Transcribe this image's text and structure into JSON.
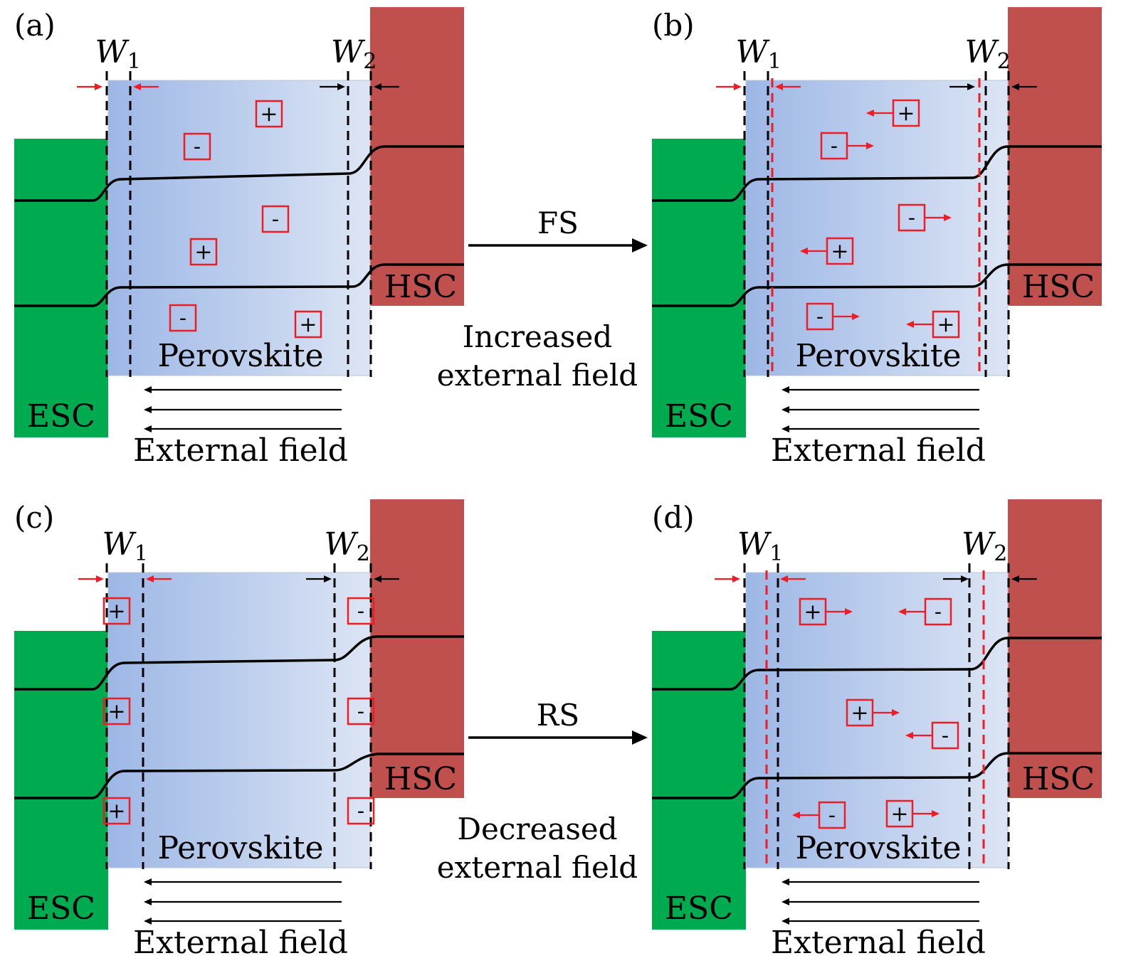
{
  "colors": {
    "esc": "#00AA4F",
    "hsc": "#C0504D",
    "perov_dark": "#9DB7E6",
    "perov_light": "#DCE5F4",
    "accent_red": "#EE1C24",
    "ink": "#000000"
  },
  "panels": [
    {
      "tag": "(a)",
      "w1_label": "W",
      "w1_sub": "1",
      "w2_label": "W",
      "w2_sub": "2",
      "material_label": "Perovskite",
      "esc_label": "ESC",
      "hsc_label": "HSC",
      "field_label": "External field",
      "ions": [
        {
          "sign": "+",
          "arrow": "none"
        },
        {
          "sign": "-",
          "arrow": "none"
        },
        {
          "sign": "-",
          "arrow": "none"
        },
        {
          "sign": "+",
          "arrow": "none"
        },
        {
          "sign": "-",
          "arrow": "none"
        },
        {
          "sign": "+",
          "arrow": "none"
        }
      ]
    },
    {
      "tag": "(b)",
      "w1_label": "W",
      "w1_sub": "1",
      "w2_label": "W",
      "w2_sub": "2",
      "material_label": "Perovskite",
      "esc_label": "ESC",
      "hsc_label": "HSC",
      "field_label": "External field",
      "ions": [
        {
          "sign": "+",
          "arrow": "left"
        },
        {
          "sign": "-",
          "arrow": "right"
        },
        {
          "sign": "-",
          "arrow": "right"
        },
        {
          "sign": "+",
          "arrow": "left"
        },
        {
          "sign": "-",
          "arrow": "right"
        },
        {
          "sign": "+",
          "arrow": "left"
        }
      ]
    },
    {
      "tag": "(c)",
      "w1_label": "W",
      "w1_sub": "1",
      "w2_label": "W",
      "w2_sub": "2",
      "material_label": "Perovskite",
      "esc_label": "ESC",
      "hsc_label": "HSC",
      "field_label": "External field",
      "ions": [
        {
          "sign": "+",
          "arrow": "none"
        },
        {
          "sign": "+",
          "arrow": "none"
        },
        {
          "sign": "+",
          "arrow": "none"
        },
        {
          "sign": "-",
          "arrow": "none"
        },
        {
          "sign": "-",
          "arrow": "none"
        },
        {
          "sign": "-",
          "arrow": "none"
        }
      ]
    },
    {
      "tag": "(d)",
      "w1_label": "W",
      "w1_sub": "1",
      "w2_label": "W",
      "w2_sub": "2",
      "material_label": "Perovskite",
      "esc_label": "ESC",
      "hsc_label": "HSC",
      "field_label": "External field",
      "ions": [
        {
          "sign": "+",
          "arrow": "right"
        },
        {
          "sign": "-",
          "arrow": "left"
        },
        {
          "sign": "+",
          "arrow": "right"
        },
        {
          "sign": "-",
          "arrow": "left"
        },
        {
          "sign": "-",
          "arrow": "left"
        },
        {
          "sign": "+",
          "arrow": "right"
        }
      ]
    }
  ],
  "transitions": [
    {
      "label": "FS",
      "caption_line1": "Increased",
      "caption_line2": "external field"
    },
    {
      "label": "RS",
      "caption_line1": "Decreased",
      "caption_line2": "external field"
    }
  ]
}
